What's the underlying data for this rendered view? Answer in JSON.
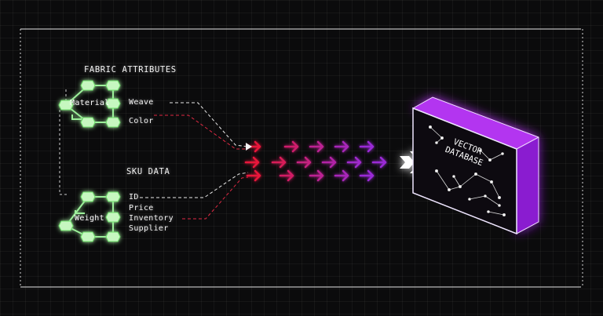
{
  "groups": {
    "fabric": {
      "title": "FABRIC ATTRIBUTES",
      "hub": "Material",
      "fields": [
        "Weave",
        "Color"
      ]
    },
    "sku": {
      "title": "SKU DATA",
      "hub": "Weight",
      "fields": [
        "ID",
        "Price",
        "Inventory",
        "Supplier"
      ]
    }
  },
  "database": {
    "label_line1": "VECTOR",
    "label_line2": "DATABASE"
  },
  "colors": {
    "node": "#bff5b8",
    "node_glow": "#57d35a",
    "arrow_red": "#e8183a",
    "arrow_purple": "#9a2ad6",
    "cube_front": "#a12ce6",
    "cube_side": "#7a1ab8",
    "frame": "#cfcfcf"
  }
}
